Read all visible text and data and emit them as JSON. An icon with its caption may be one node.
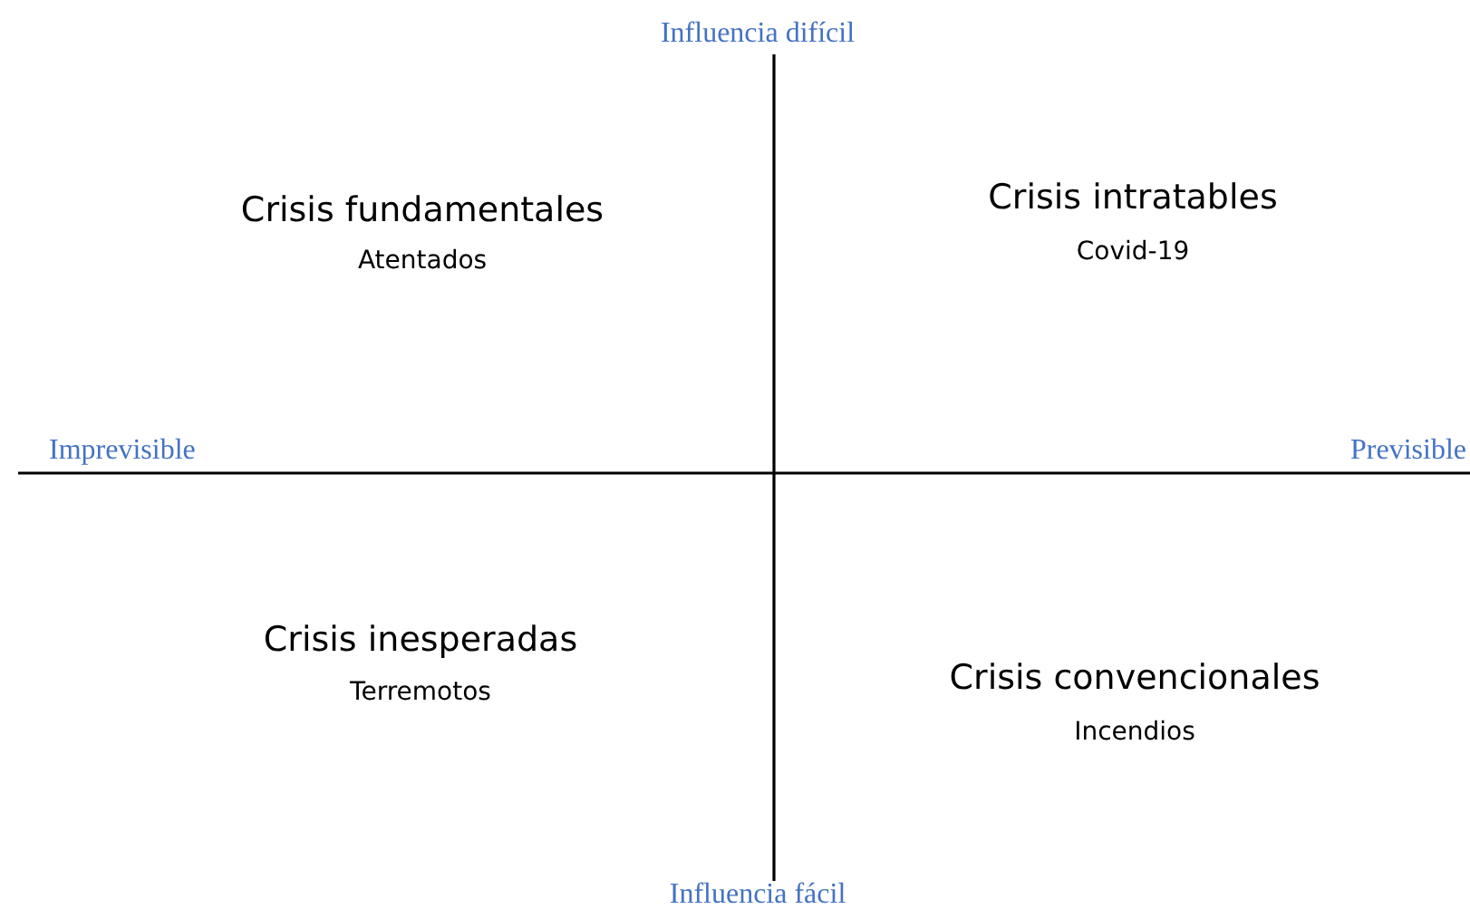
{
  "diagram": {
    "labels": [
      "Influencia difícil",
      "Crisis fundamentales",
      "Atentados",
      "Crisis intratables",
      "Covid-19",
      "Imprevisible",
      "Previsible",
      "Crisis inesperadas",
      "Terremotos",
      "Crisis convencionales",
      "Incendios",
      "Influencia fácil"
    ]
  }
}
